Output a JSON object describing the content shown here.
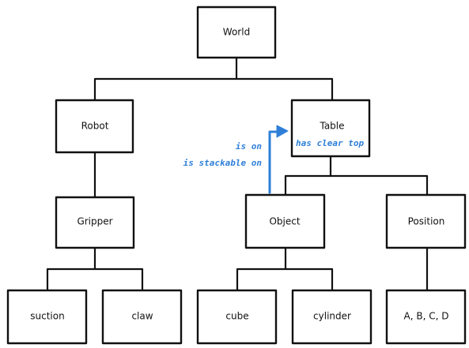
{
  "nodes": {
    "world": "World",
    "robot": "Robot",
    "table": "Table",
    "gripper": "Gripper",
    "object": "Object",
    "position": "Position",
    "suction": "suction",
    "claw": "claw",
    "cube": "cube",
    "cylinder": "cylinder",
    "positions": "A, B, C, D"
  },
  "relations": {
    "is_on": "is on",
    "is_stackable_on": "is stackable on",
    "has_clear_top": "has clear top"
  },
  "colors": {
    "relation": "#2f7fd8",
    "line": "#111111"
  }
}
